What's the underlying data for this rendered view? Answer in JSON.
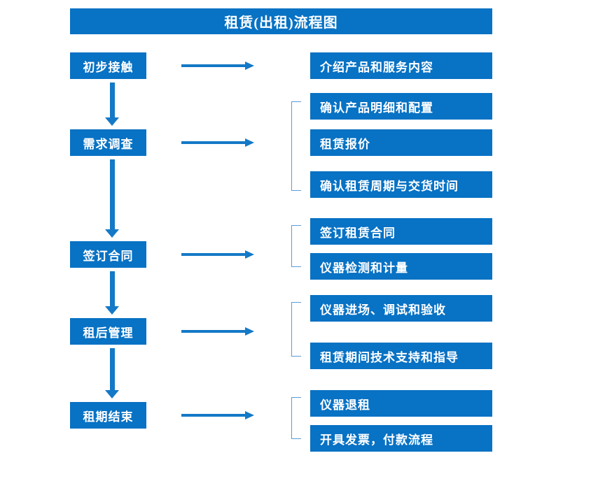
{
  "chart_data": {
    "type": "diagram",
    "title": "租赁(出租)流程图",
    "diagram_kind": "flowchart",
    "stages": [
      {
        "label": "初步接触",
        "details": [
          "介绍产品和服务内容"
        ]
      },
      {
        "label": "需求调查",
        "details": [
          "确认产品明细和配置",
          "租赁报价",
          "确认租赁周期与交货时间"
        ]
      },
      {
        "label": "签订合同",
        "details": [
          "签订租赁合同",
          "仪器检测和计量"
        ]
      },
      {
        "label": "租后管理",
        "details": [
          "仪器进场、调试和验收",
          "租赁期间技术支持和指导"
        ]
      },
      {
        "label": "租期结束",
        "details": [
          "仪器退租",
          "开具发票，付款流程"
        ]
      }
    ],
    "colors": {
      "box_fill": "#0872c4",
      "box_text": "#ffffff",
      "arrow": "#1479c6",
      "bracket": "#5b9bd5",
      "background": "#ffffff"
    }
  },
  "header": {
    "title": "租赁(出租)流程图"
  },
  "stages": [
    {
      "label": "初步接触"
    },
    {
      "label": "需求调查"
    },
    {
      "label": "签订合同"
    },
    {
      "label": "租后管理"
    },
    {
      "label": "租期结束"
    }
  ],
  "details": [
    {
      "label": "介绍产品和服务内容"
    },
    {
      "label": "确认产品明细和配置"
    },
    {
      "label": "租赁报价"
    },
    {
      "label": "确认租赁周期与交货时间"
    },
    {
      "label": "签订租赁合同"
    },
    {
      "label": "仪器检测和计量"
    },
    {
      "label": "仪器进场、调试和验收"
    },
    {
      "label": "租赁期间技术支持和指导"
    },
    {
      "label": "仪器退租"
    },
    {
      "label": "开具发票，付款流程"
    }
  ]
}
